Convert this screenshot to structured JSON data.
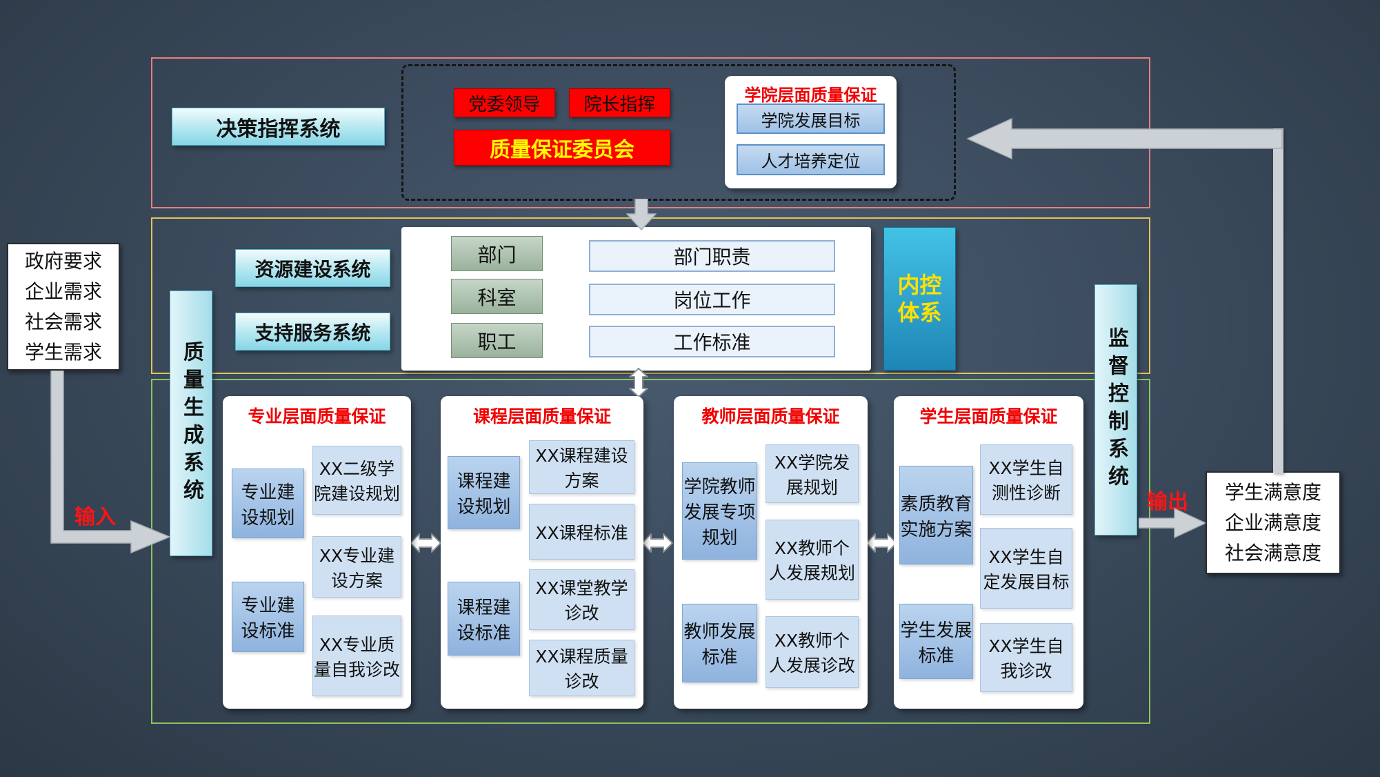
{
  "colors": {
    "background": "#3c4c5e",
    "top_frame_border": "#e87f7f",
    "middle_frame_border": "#e5c457",
    "bottom_frame_border": "#8ec45e",
    "red_box": "#fe0000",
    "committee_text": "#ffff00",
    "panel_title_red": "#f00000",
    "arrow_gray": "#ccd1d5",
    "cyan_box": "#86d6e7",
    "internal_control_bg": "#29a9d6",
    "internal_control_text": "#ffe100",
    "blue_item": "#9ec2e6",
    "blue_item_light": "#cfe0f2",
    "green_item": "#9ab29c"
  },
  "top": {
    "decision_label": "决策指挥系统",
    "party_label": "党委领导",
    "president_label": "院长指挥",
    "committee_label": "质量保证委员会",
    "college_panel": {
      "title": "学院层面质量保证",
      "items": [
        "学院发展目标",
        "人才培养定位"
      ]
    }
  },
  "middle": {
    "resource_label": "资源建设系统",
    "support_label": "支持服务系统",
    "org_left": [
      "部门",
      "科室",
      "职工"
    ],
    "org_right": [
      "部门职责",
      "岗位工作",
      "工作标准"
    ],
    "internal_control_line1": "内控",
    "internal_control_line2": "体系"
  },
  "left_side": {
    "demands": [
      "政府要求",
      "企业需求",
      "社会需求",
      "学生需求"
    ],
    "bar_label": "质量生成系统",
    "input_label": "输入"
  },
  "right_side": {
    "bar_label": "监督控制系统",
    "output_label": "输出",
    "satisfaction": [
      "学生满意度",
      "企业满意度",
      "社会满意度"
    ]
  },
  "panels": [
    {
      "title": "专业层面质量保证",
      "left_items": [
        "专业建设规划",
        "专业建设标准"
      ],
      "right_items": [
        "XX二级学院建设规划",
        "XX专业建设方案",
        "XX专业质量自我诊改"
      ]
    },
    {
      "title": "课程层面质量保证",
      "left_items": [
        "课程建设规划",
        "课程建设标准"
      ],
      "right_items": [
        "XX课程建设方案",
        "XX课程标准",
        "XX课堂教学诊改",
        "XX课程质量诊改"
      ]
    },
    {
      "title": "教师层面质量保证",
      "left_items": [
        "学院教师发展专项规划",
        "教师发展标准"
      ],
      "right_items": [
        "XX学院发展规划",
        "XX教师个人发展规划",
        "XX教师个人发展诊改"
      ]
    },
    {
      "title": "学生层面质量保证",
      "left_items": [
        "素质教育实施方案",
        "学生发展标准"
      ],
      "right_items": [
        "XX学生自测性诊断",
        "XX学生自定发展目标",
        "XX学生自我诊改"
      ]
    }
  ]
}
